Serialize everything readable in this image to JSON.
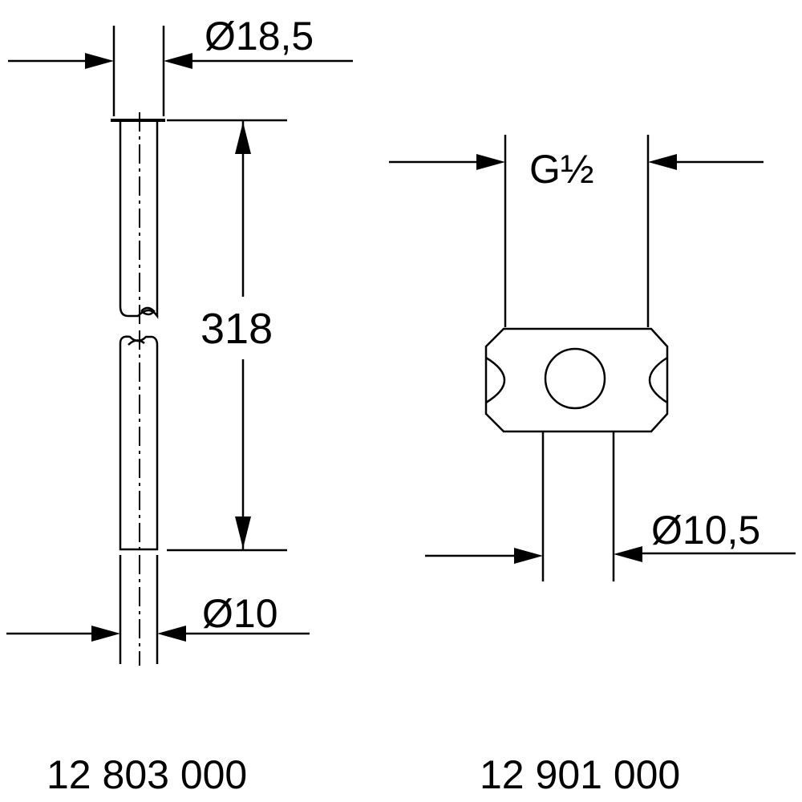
{
  "part_left": {
    "top_diameter": "Ø18,5",
    "length": "318",
    "bottom_diameter": "Ø10",
    "part_number": "12 803 000"
  },
  "part_right": {
    "thread_label": "G½",
    "pipe_diameter": "Ø10,5",
    "part_number": "12 901 000"
  }
}
